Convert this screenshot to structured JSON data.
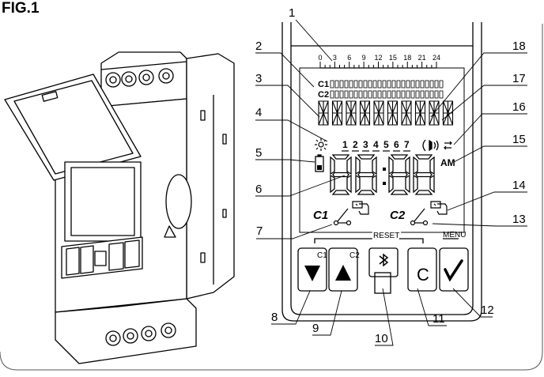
{
  "figure_label": "FIG.1",
  "scale": [
    "0",
    "3",
    "6",
    "9",
    "12",
    "15",
    "18",
    "21",
    "24"
  ],
  "top_labels": {
    "c1": "C1",
    "c2": "C2"
  },
  "days": [
    "1",
    "2",
    "3",
    "4",
    "5",
    "6",
    "7"
  ],
  "am_label": "AM",
  "channel_labels": {
    "c1": "C1",
    "c2": "C2"
  },
  "reset_label": "RESET",
  "menu_label": "MENU",
  "button_sub": {
    "c1": "C1",
    "c2": "C2"
  },
  "clear_glyph": "C",
  "digits": "88:88",
  "callouts": [
    "1",
    "2",
    "3",
    "4",
    "5",
    "6",
    "7",
    "8",
    "9",
    "10",
    "11",
    "12",
    "13",
    "14",
    "15",
    "16",
    "17",
    "18"
  ],
  "icons": [
    "sun-icon",
    "battery-icon",
    "sound-icon",
    "arrows-icon",
    "bluetooth-icon",
    "down-arrow-icon",
    "up-arrow-icon",
    "check-icon",
    "hand-icon",
    "switch-icon"
  ]
}
